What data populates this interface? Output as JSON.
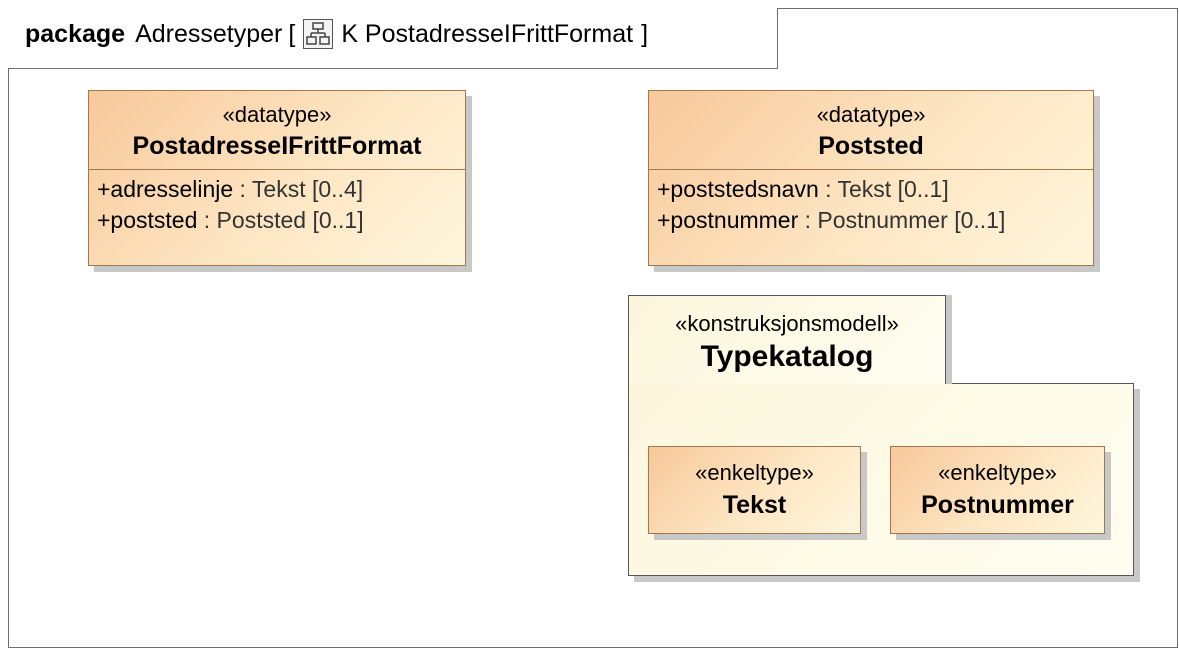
{
  "frame": {
    "keyword": "package",
    "name": "Adressetyper",
    "bracket_open": "[",
    "diagram_ref": "K PostadresseIFrittFormat",
    "bracket_close": "]",
    "icon": "diagram-icon"
  },
  "classes": {
    "postadresse": {
      "stereotype": "«datatype»",
      "name": "PostadresseIFrittFormat",
      "attributes": [
        {
          "name": "+adresselinje",
          "type": " : Tekst [0..4]"
        },
        {
          "name": "+poststed",
          "type": " : Poststed [0..1]"
        }
      ]
    },
    "poststed": {
      "stereotype": "«datatype»",
      "name": "Poststed",
      "attributes": [
        {
          "name": "+poststedsnavn",
          "type": " : Tekst [0..1]"
        },
        {
          "name": "+postnummer",
          "type": " : Postnummer [0..1]"
        }
      ]
    }
  },
  "package": {
    "stereotype": "«konstruksjonsmodell»",
    "name": "Typekatalog",
    "elements": [
      {
        "stereotype": "«enkeltype»",
        "name": "Tekst"
      },
      {
        "stereotype": "«enkeltype»",
        "name": "Postnummer"
      }
    ]
  },
  "colors": {
    "class_fill_start": "#f8c89a",
    "class_fill_end": "#fff6dc",
    "package_fill": "#fbf6dc",
    "border": "#a07850"
  }
}
